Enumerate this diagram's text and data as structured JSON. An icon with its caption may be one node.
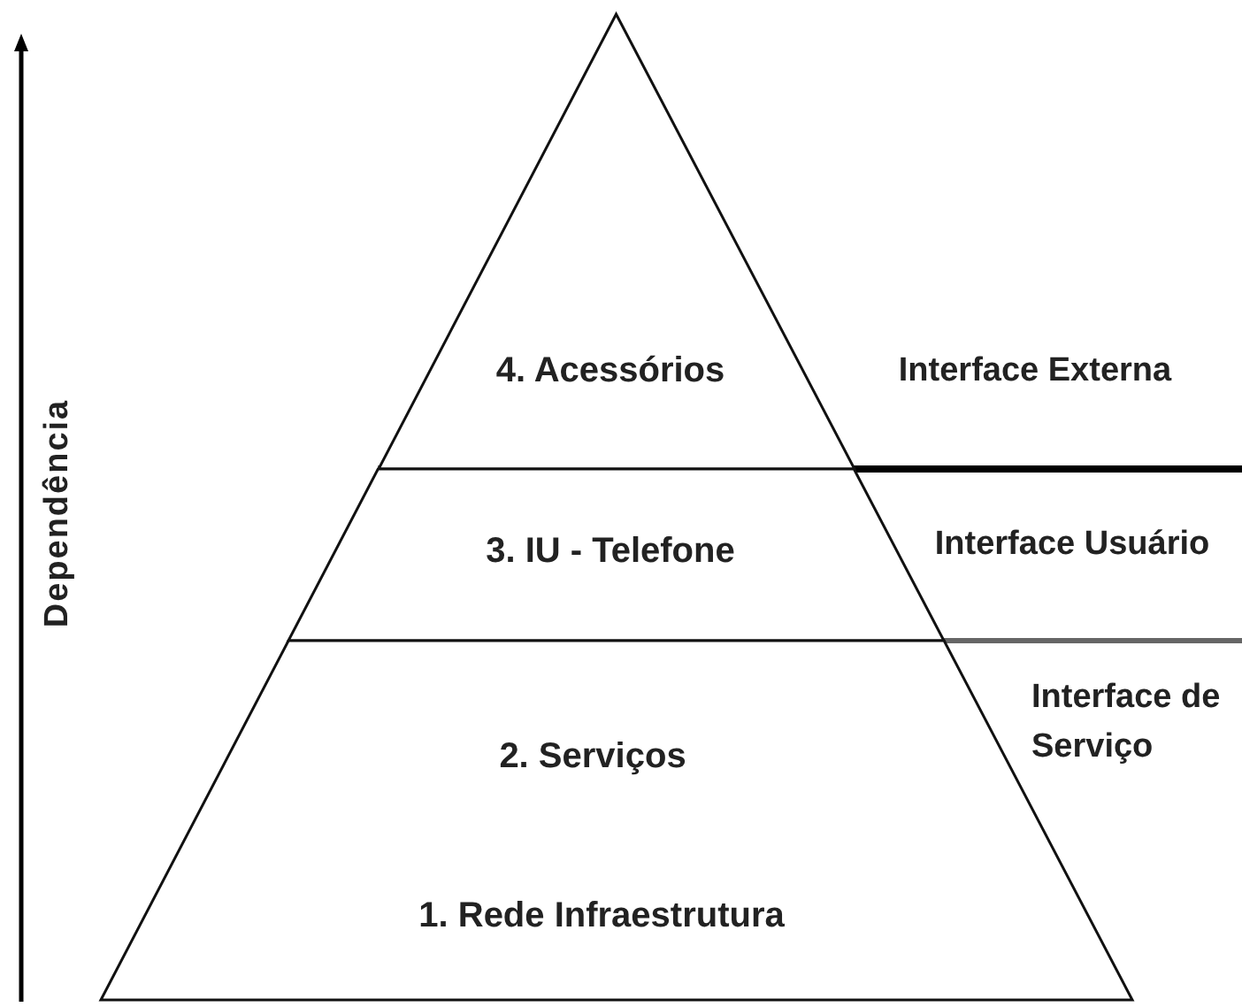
{
  "diagram": {
    "nodes": [
      {
        "text": [
          "4. Acessórios"
        ]
      },
      {
        "text": [
          "3. IU - Telefone"
        ]
      },
      {
        "text": [
          "2. Serviços",
          "1. Rede Infraestrutura"
        ]
      }
    ],
    "labels": [
      "Interface Externa",
      "Interface Usuário",
      "Interface de Serviço",
      "Dependência"
    ]
  }
}
